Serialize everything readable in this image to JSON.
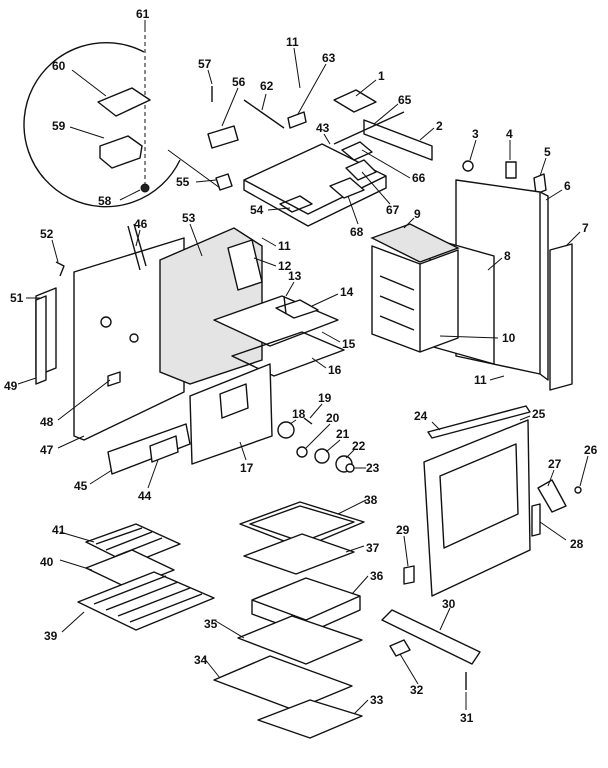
{
  "callouts": [
    {
      "n": "61"
    },
    {
      "n": "60"
    },
    {
      "n": "59"
    },
    {
      "n": "58"
    },
    {
      "n": "57"
    },
    {
      "n": "56"
    },
    {
      "n": "62"
    },
    {
      "n": "55"
    },
    {
      "n": "11"
    },
    {
      "n": "63"
    },
    {
      "n": "1"
    },
    {
      "n": "65"
    },
    {
      "n": "43"
    },
    {
      "n": "2"
    },
    {
      "n": "3"
    },
    {
      "n": "4"
    },
    {
      "n": "5"
    },
    {
      "n": "6"
    },
    {
      "n": "66"
    },
    {
      "n": "67"
    },
    {
      "n": "68"
    },
    {
      "n": "54"
    },
    {
      "n": "9"
    },
    {
      "n": "7"
    },
    {
      "n": "8"
    },
    {
      "n": "46"
    },
    {
      "n": "53"
    },
    {
      "n": "11"
    },
    {
      "n": "12"
    },
    {
      "n": "52"
    },
    {
      "n": "13"
    },
    {
      "n": "14"
    },
    {
      "n": "51"
    },
    {
      "n": "15"
    },
    {
      "n": "10"
    },
    {
      "n": "16"
    },
    {
      "n": "11"
    },
    {
      "n": "49"
    },
    {
      "n": "48"
    },
    {
      "n": "19"
    },
    {
      "n": "18"
    },
    {
      "n": "20"
    },
    {
      "n": "24"
    },
    {
      "n": "25"
    },
    {
      "n": "21"
    },
    {
      "n": "22"
    },
    {
      "n": "23"
    },
    {
      "n": "47"
    },
    {
      "n": "17"
    },
    {
      "n": "26"
    },
    {
      "n": "27"
    },
    {
      "n": "45"
    },
    {
      "n": "44"
    },
    {
      "n": "28"
    },
    {
      "n": "38"
    },
    {
      "n": "41"
    },
    {
      "n": "37"
    },
    {
      "n": "29"
    },
    {
      "n": "40"
    },
    {
      "n": "36"
    },
    {
      "n": "39"
    },
    {
      "n": "30"
    },
    {
      "n": "35"
    },
    {
      "n": "34"
    },
    {
      "n": "32"
    },
    {
      "n": "33"
    },
    {
      "n": "31"
    }
  ]
}
